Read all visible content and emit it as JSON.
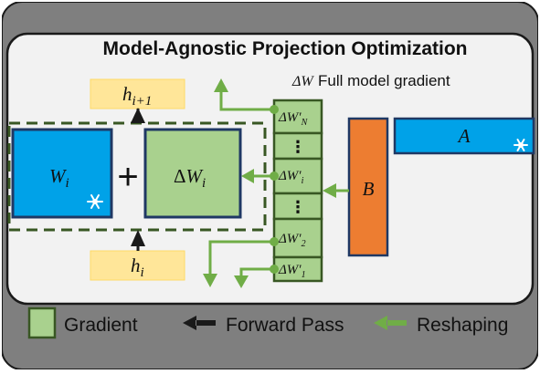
{
  "title": "Model-Agnostic Projection Optimization",
  "gradient_header": {
    "symbol": "ΔW",
    "label": "Full model gradient"
  },
  "hidden_states": {
    "top": {
      "base": "h",
      "sub": "i+1"
    },
    "bottom": {
      "base": "h",
      "sub": "i"
    }
  },
  "blocks": {
    "frozen_weight": {
      "base": "W",
      "sub": "i",
      "frozen_icon": "snowflake-icon"
    },
    "plus": "+",
    "delta_weight": {
      "prefix": "Δ",
      "base": "W",
      "sub": "i"
    },
    "matrix_b": "B",
    "matrix_a": {
      "label": "A",
      "frozen_icon": "snowflake-icon"
    }
  },
  "gradient_column": {
    "top": {
      "prefix": "ΔW′",
      "sub": "N"
    },
    "dots_1": "⋮",
    "middle": {
      "prefix": "ΔW′",
      "sub": "i"
    },
    "dots_2": "⋮",
    "second": {
      "prefix": "ΔW′",
      "sub": "2"
    },
    "first": {
      "prefix": "ΔW′",
      "sub": "1"
    }
  },
  "legend": {
    "gradient": "Gradient",
    "forward_pass": "Forward Pass",
    "reshaping": "Reshaping"
  },
  "colors": {
    "frame_fill": "#7f7f7f",
    "panel_fill": "#f2f2f2",
    "gradient_green": "#a9d18e",
    "gradient_border": "#385723",
    "frozen_blue": "#00a2e8",
    "frozen_border": "#1f3864",
    "matrix_b_orange": "#ed7d31",
    "hidden_yellow": "#ffe699",
    "arrow_green": "#70ad47",
    "arrow_black": "#1a1a1a"
  }
}
